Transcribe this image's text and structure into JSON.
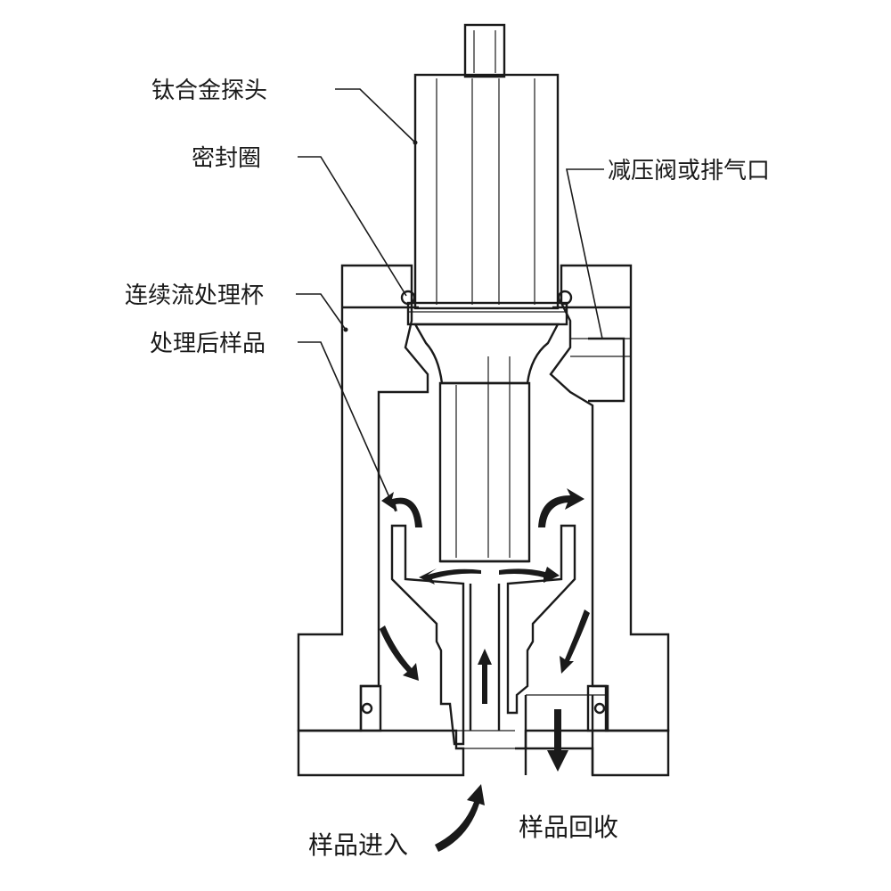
{
  "labels": {
    "titanium_probe": "钛合金探头",
    "seal_ring": "密封圈",
    "relief_valve_vent": "减压阀或排气口",
    "flow_cell": "连续流处理杯",
    "processed_sample": "处理后样品",
    "sample_in": "样品进入",
    "sample_return": "样品回收"
  },
  "colors": {
    "ink": "#1a1a1a",
    "background": "#ffffff",
    "probe_fill": "#f4f4f4"
  }
}
